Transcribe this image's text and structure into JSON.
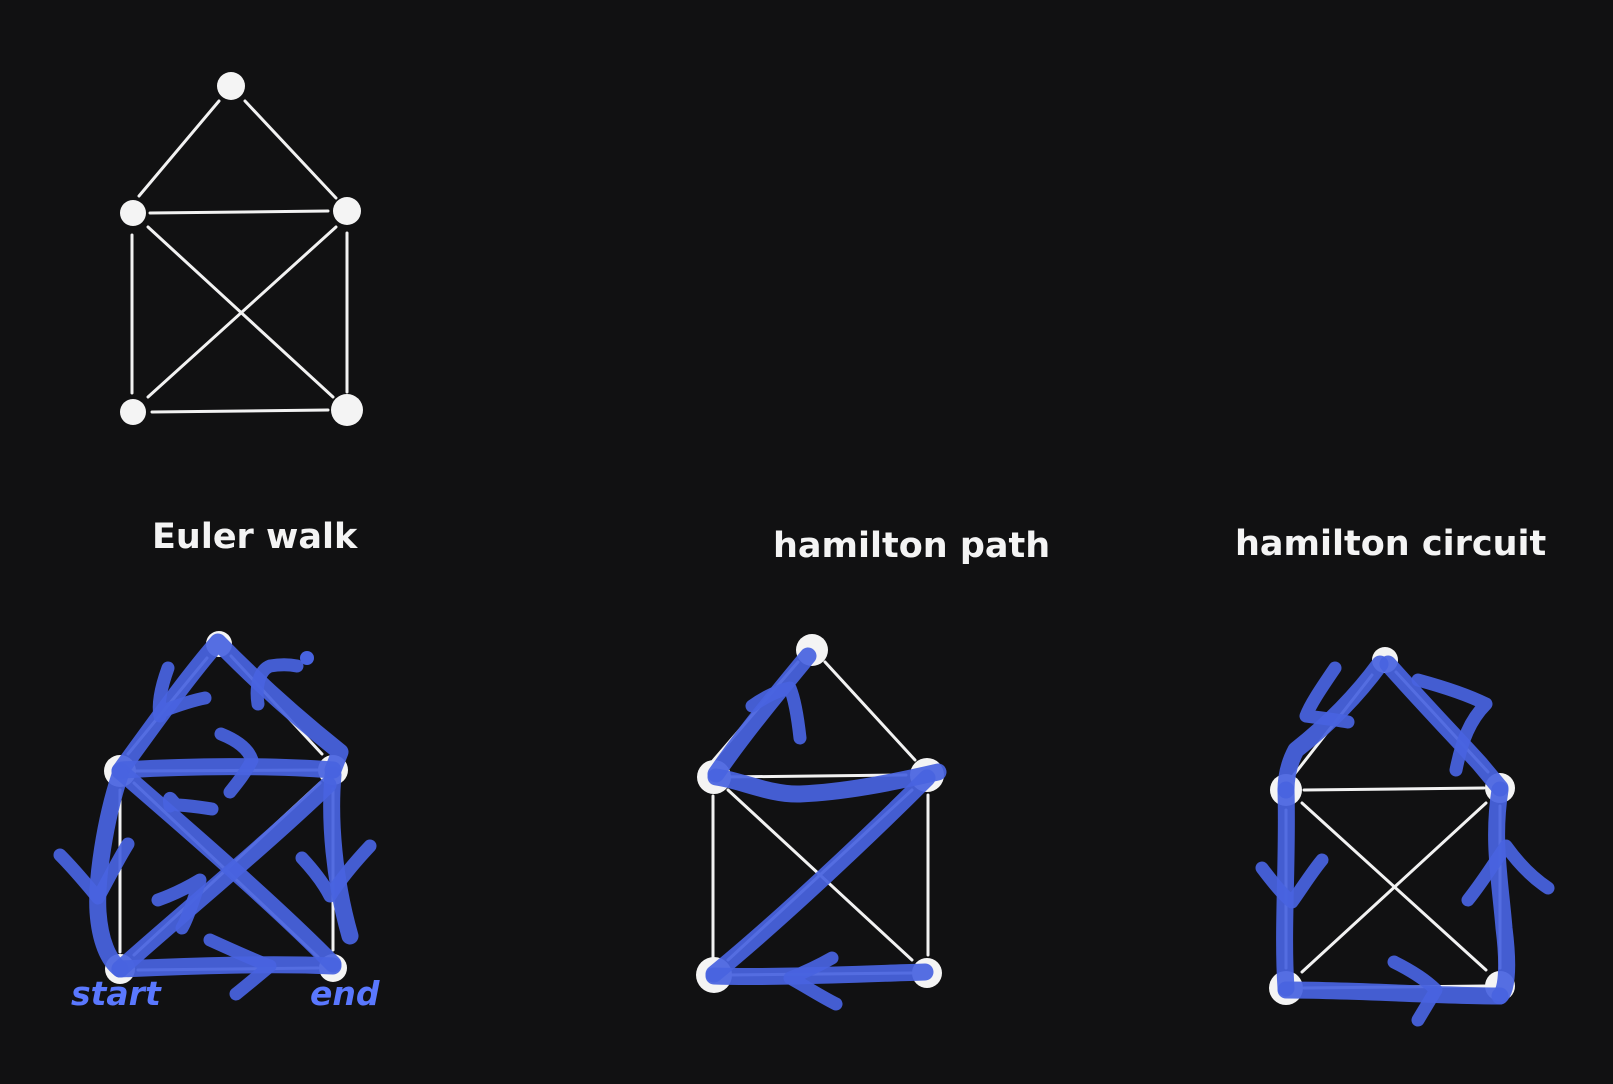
{
  "captions": {
    "euler": "Euler walk",
    "hamilton_path": "hamilton path",
    "hamilton_circuit": "hamilton circuit"
  },
  "annotations": {
    "start": "start",
    "end": "end"
  },
  "colors": {
    "background": "#111112",
    "graph": "#f4f4f4",
    "highlight": "#4863e0",
    "annotation_text": "#5a78ff"
  },
  "graph": {
    "nodes": [
      "top",
      "upper-left",
      "upper-right",
      "lower-left",
      "lower-right"
    ],
    "edges": [
      [
        "top",
        "upper-left"
      ],
      [
        "top",
        "upper-right"
      ],
      [
        "upper-left",
        "upper-right"
      ],
      [
        "upper-left",
        "lower-left"
      ],
      [
        "upper-right",
        "lower-right"
      ],
      [
        "upper-left",
        "lower-right"
      ],
      [
        "upper-right",
        "lower-left"
      ],
      [
        "lower-left",
        "lower-right"
      ]
    ]
  }
}
